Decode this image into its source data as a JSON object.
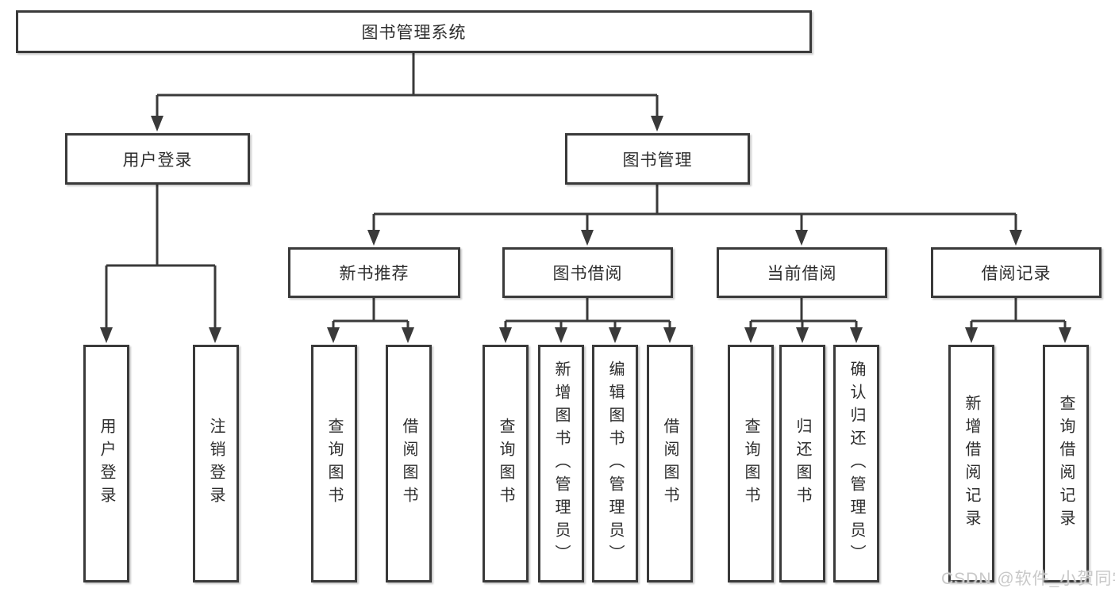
{
  "tree": {
    "root": {
      "label": "图书管理系统"
    },
    "children": [
      {
        "label": "用户登录",
        "children": [
          {
            "label": "用户登录"
          },
          {
            "label": "注销登录"
          }
        ]
      },
      {
        "label": "图书管理",
        "children": [
          {
            "label": "新书推荐",
            "children": [
              {
                "label": "查询图书"
              },
              {
                "label": "借阅图书"
              }
            ]
          },
          {
            "label": "图书借阅",
            "children": [
              {
                "label": "查询图书"
              },
              {
                "label": "新增图书（管理员）"
              },
              {
                "label": "编辑图书（管理员）"
              },
              {
                "label": "借阅图书"
              }
            ]
          },
          {
            "label": "当前借阅",
            "children": [
              {
                "label": "查询图书"
              },
              {
                "label": "归还图书"
              },
              {
                "label": "确认归还（管理员）"
              }
            ]
          },
          {
            "label": "借阅记录",
            "children": [
              {
                "label": "新增借阅记录"
              },
              {
                "label": "查询借阅记录"
              }
            ]
          }
        ]
      }
    ]
  },
  "watermark": "CSDN @软件_小贺同学",
  "colors": {
    "line": "#3a3a3a",
    "box_border": "#3a3a3a",
    "box_fill": "#ffffff",
    "text": "#2e2e2e",
    "watermark": "#c8c8c8"
  }
}
